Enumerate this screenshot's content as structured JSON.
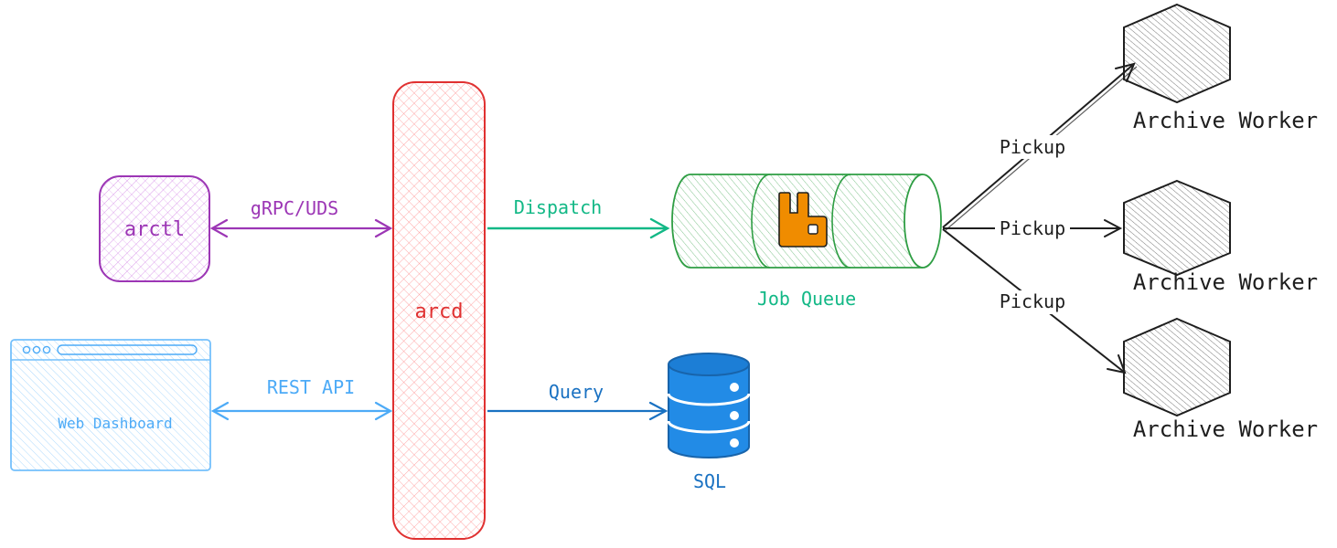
{
  "nodes": {
    "cli": "arctl",
    "dashboard": "Web Dashboard",
    "daemon": "arcd",
    "queue": "Job Queue",
    "database": "SQL",
    "workers": [
      "Archive Worker",
      "Archive Worker",
      "Archive Worker"
    ]
  },
  "edges": {
    "cli_daemon": "gRPC/UDS",
    "dashboard_daemon": "REST API",
    "daemon_queue": "Dispatch",
    "daemon_database": "Query",
    "queue_workers": [
      "Pickup",
      "Pickup",
      "Pickup"
    ]
  },
  "colors": {
    "cli": "#9c36b5",
    "dashboard": "#4dabf7",
    "daemon": "#e03131",
    "queue": "#2f9e44",
    "queue_label": "#12b886",
    "dispatch": "#12b886",
    "database": "#1971c2",
    "database_fill": "#228be6",
    "worker": "#1e1e1e",
    "logo": "#f08c00"
  },
  "icons": {
    "queue_logo": "rabbitmq-icon",
    "database": "database-icon",
    "worker": "hexagon-icon",
    "window_controls": "window-dots-icon"
  }
}
